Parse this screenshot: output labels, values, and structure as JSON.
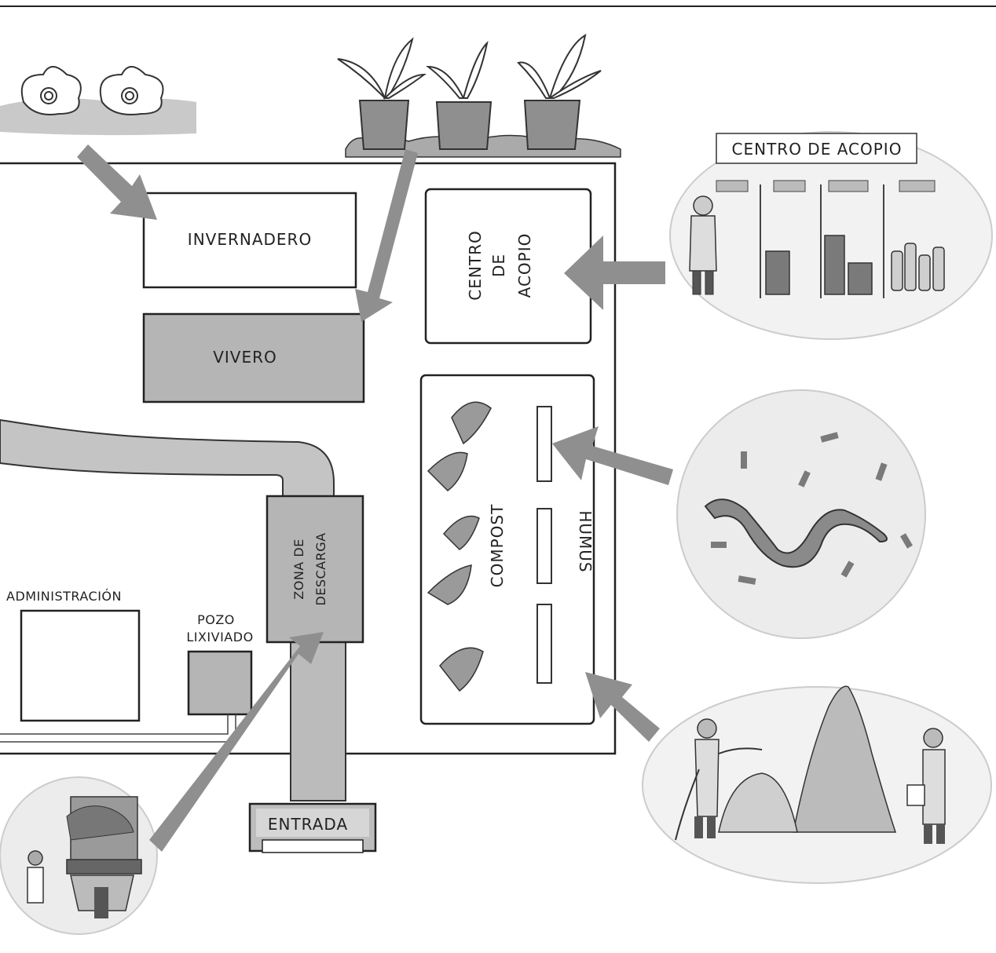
{
  "labels": {
    "invernadero": "INVERNADERO",
    "vivero": "VIVERO",
    "centro_de_acopio_box": [
      "CENTRO",
      "DE",
      "ACOPIO"
    ],
    "centro_de_acopio_sign": "CENTRO DE ACOPIO",
    "compost": "COMPOST",
    "humus": "HUMUS",
    "zona_de_descarga": [
      "ZONA DE",
      "DESCARGA"
    ],
    "administracion": "ADMINISTRACIÓN",
    "pozo_lixiviado": [
      "POZO",
      "LIXIVIADO"
    ],
    "entrada": "ENTRADA"
  },
  "colors": {
    "arrow": "#8f8f8f",
    "shaded": "#b9b9b9",
    "road": "#bdbdbd",
    "line": "#222222"
  },
  "icons": {
    "flowers": "flower-cluster-icon",
    "seedlings": "potted-seedlings-icon",
    "worm": "earthworm-icon",
    "compost_workers": "compost-workers-icon",
    "truck": "garbage-truck-icon",
    "sorting_worker": "sorting-worker-icon"
  }
}
